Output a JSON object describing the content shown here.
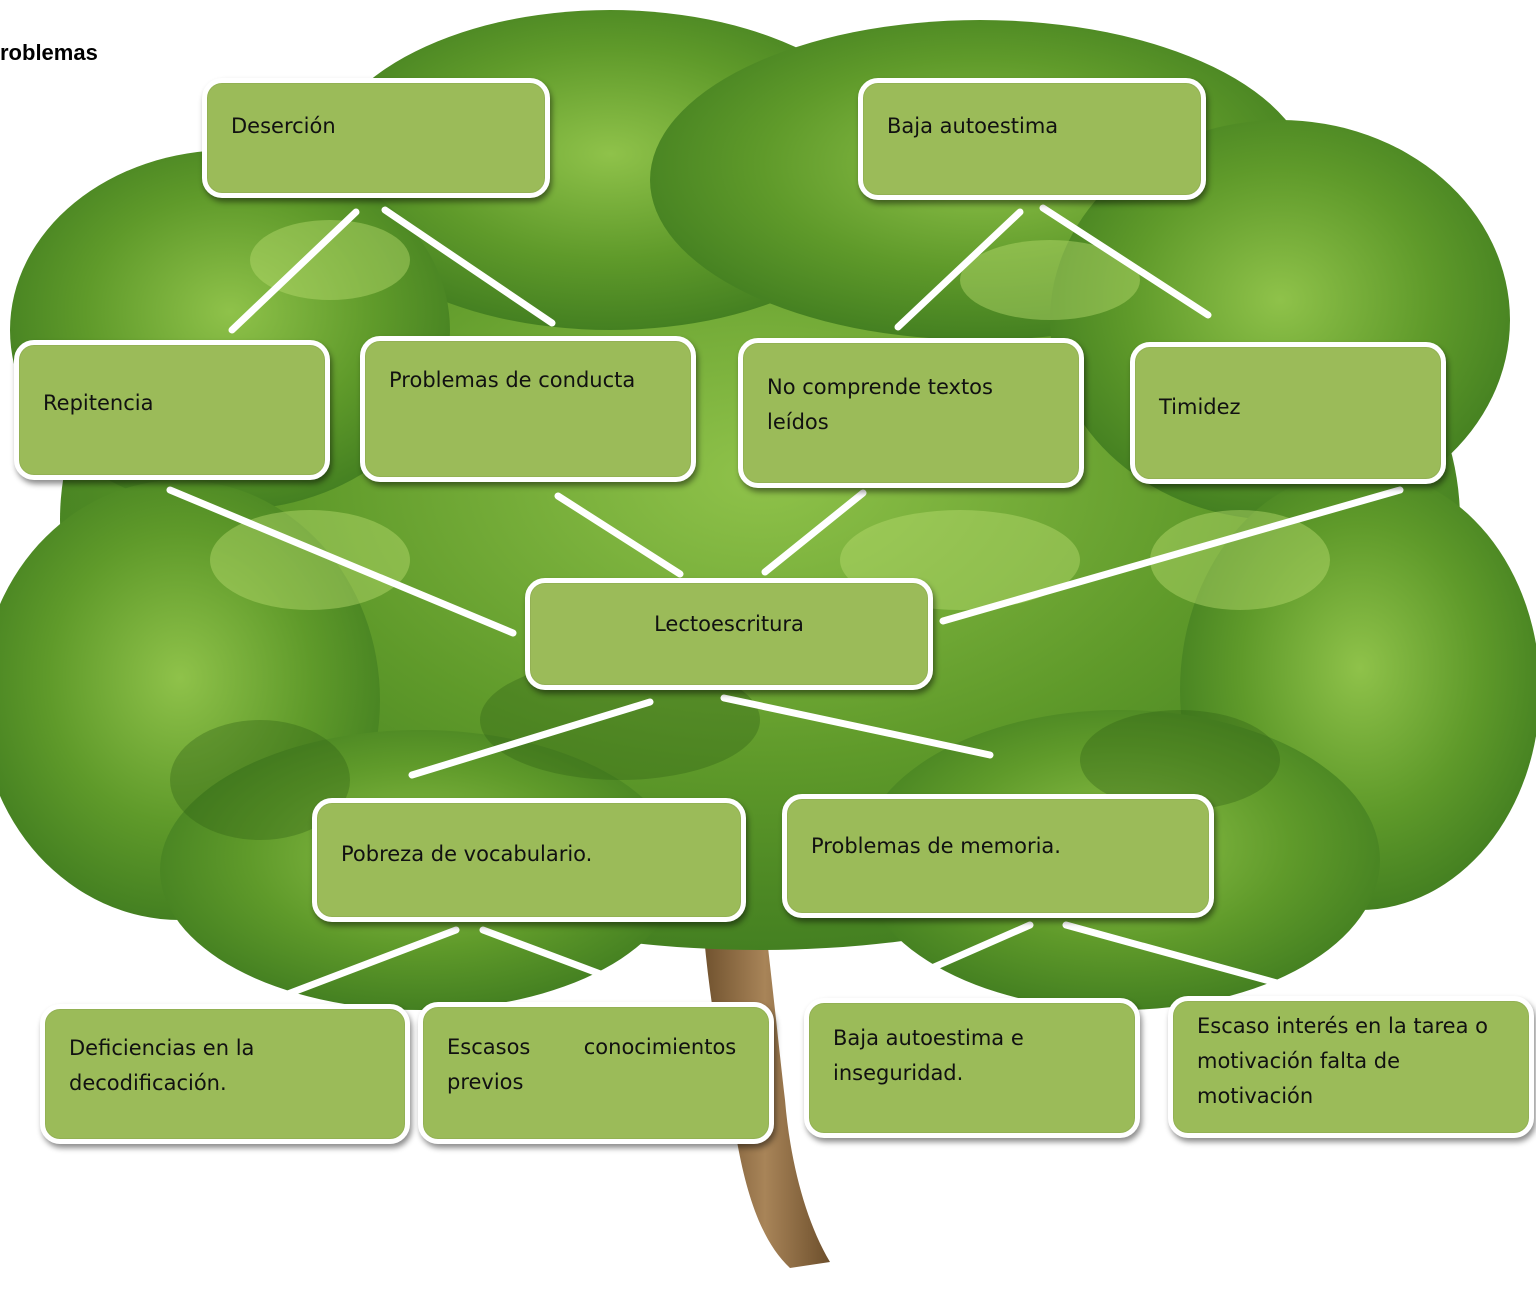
{
  "heading": "roblemas",
  "nodes": {
    "desercion": "Deserción",
    "baja_autoestima": "Baja autoestima",
    "repitencia": "Repitencia",
    "problemas_conducta": "Problemas de conducta",
    "no_comprende": "No comprende textos leídos",
    "timidez": "Timidez",
    "lectoescritura": "Lectoescritura",
    "pobreza_vocabulario": "Pobreza de vocabulario.",
    "problemas_memoria": "Problemas de memoria.",
    "deficiencias": "Deficiencias en la decodificación.",
    "escasos": "Escasos        conocimientos previos",
    "baja_inseguridad": "Baja autoestima e inseguridad.",
    "escaso_interes": "Escaso interés en la tarea o motivación falta de motivación"
  },
  "colors": {
    "box_fill": "#9bbb59",
    "box_border": "#ffffff",
    "connector": "#ffffff",
    "foliage": "#5f9a2a",
    "trunk": "#8a6a40"
  }
}
